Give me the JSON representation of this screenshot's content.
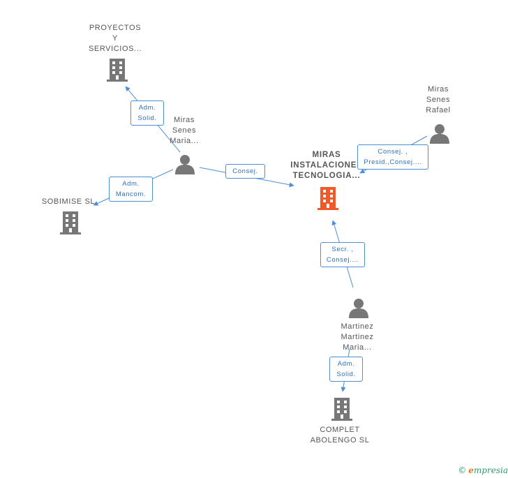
{
  "nodes": {
    "proyectos": {
      "lines": [
        "PROYECTOS",
        "Y",
        "SERVICIOS..."
      ],
      "kind": "company"
    },
    "miras_maria": {
      "lines": [
        "Miras",
        "Senes",
        "Maria..."
      ],
      "kind": "person"
    },
    "miras_rafael": {
      "lines": [
        "Miras",
        "Senes",
        "Rafael"
      ],
      "kind": "person"
    },
    "miras_inst": {
      "lines": [
        "MIRAS",
        "INSTALACIONES",
        "TECNOLOGIA..."
      ],
      "kind": "company-main"
    },
    "sobimise": {
      "lines": [
        "SOBIMISE SL"
      ],
      "kind": "company"
    },
    "martinez": {
      "lines": [
        "Martinez",
        "Martinez",
        "Maria..."
      ],
      "kind": "person"
    },
    "complet": {
      "lines": [
        "COMPLET",
        "ABOLENGO SL"
      ],
      "kind": "company"
    }
  },
  "edges": {
    "maria_proyectos": {
      "lines": [
        "Adm.",
        "Solid."
      ]
    },
    "maria_sobimise": {
      "lines": [
        "Adm.",
        "Mancom."
      ]
    },
    "maria_miras": {
      "lines": [
        "Consej."
      ]
    },
    "rafael_miras": {
      "lines": [
        "Consej. ,",
        "Presid.,Consej...."
      ]
    },
    "martinez_miras": {
      "lines": [
        "Secr. ,",
        "Consej...."
      ]
    },
    "martinez_complet": {
      "lines": [
        "Adm.",
        "Solid."
      ]
    }
  },
  "footer": {
    "copyright": "©",
    "brand_first": "e",
    "brand_rest": "mpresia"
  },
  "colors": {
    "company": "#777777",
    "main_company": "#f05a28",
    "person": "#777777",
    "edge": "#4a8fd8"
  }
}
